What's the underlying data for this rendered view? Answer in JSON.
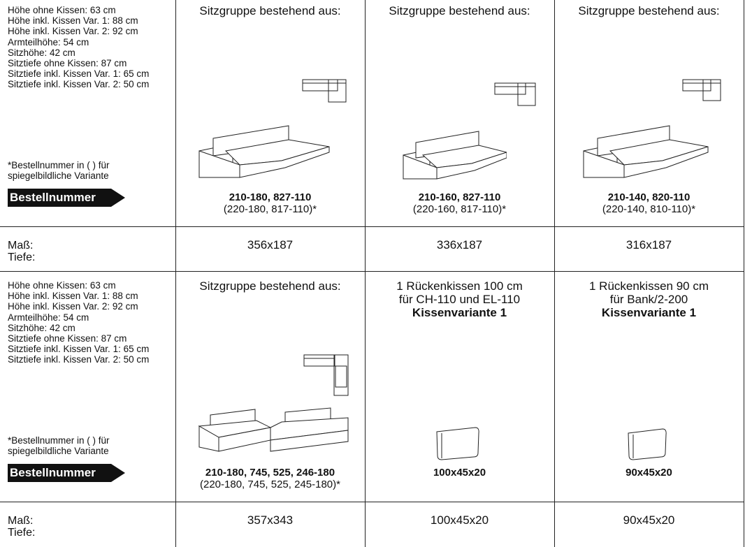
{
  "specs": [
    "Höhe ohne Kissen: 63 cm",
    "Höhe inkl. Kissen Var. 1: 88 cm",
    "Höhe inkl. Kissen Var. 2: 92 cm",
    "Armteilhöhe: 54 cm",
    "Sitzhöhe: 42 cm",
    "Sitztiefe ohne Kissen: 87 cm",
    "Sitztiefe inkl. Kissen Var. 1: 65 cm",
    "Sitztiefe inkl. Kissen Var. 2: 50 cm"
  ],
  "note": [
    "*Bestellnummer in ( ) für",
    "spiegelbildliche Variante"
  ],
  "badge": "Bestellnummer",
  "labels": {
    "mass": "Maß:",
    "tiefe": "Tiefe:"
  },
  "row1": [
    {
      "head": "Sitzgruppe bestehend aus:",
      "code": "210-180, 827-110",
      "mirror": "(220-180, 817-110)*",
      "dim": "356x187"
    },
    {
      "head": "Sitzgruppe bestehend aus:",
      "code": "210-160, 827-110",
      "mirror": "(220-160, 817-110)*",
      "dim": "336x187"
    },
    {
      "head": "Sitzgruppe bestehend aus:",
      "code": "210-140, 820-110",
      "mirror": "(220-140, 810-110)*",
      "dim": "316x187"
    }
  ],
  "row2": [
    {
      "head": [
        "Sitzgruppe bestehend aus:",
        "",
        ""
      ],
      "code": "210-180, 745, 525, 246-180",
      "mirror": "(220-180, 745, 525, 245-180)*",
      "dim": "357x343"
    },
    {
      "head": [
        "1 Rückenkissen 100 cm",
        "für CH-110 und EL-110",
        "Kissenvariante 1"
      ],
      "code": "100x45x20",
      "mirror": "",
      "dim": "100x45x20"
    },
    {
      "head": [
        "1 Rückenkissen 90 cm",
        "für Bank/2-200",
        "Kissenvariante 1"
      ],
      "code": "90x45x20",
      "mirror": "",
      "dim": "90x45x20"
    }
  ]
}
